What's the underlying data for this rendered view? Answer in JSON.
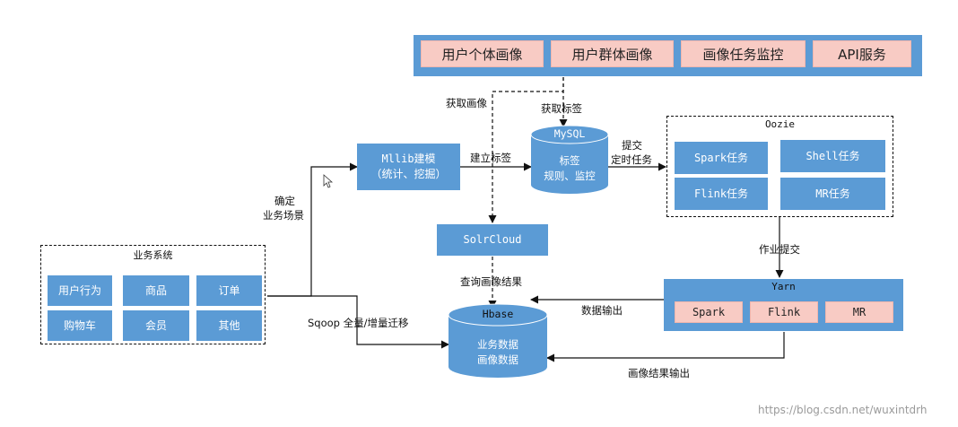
{
  "top_services": [
    "用户个体画像",
    "用户群体画像",
    "画像任务监控",
    "API服务"
  ],
  "business": {
    "title": "业务系统",
    "items": [
      "用户行为",
      "商品",
      "订单",
      "购物车",
      "会员",
      "其他"
    ]
  },
  "mllib": {
    "line1": "Mllib建模",
    "line2": "（统计、挖掘）"
  },
  "mysql": {
    "name": "MySQL",
    "line1": "标签",
    "line2": "规则、监控"
  },
  "solr": "SolrCloud",
  "hbase": {
    "name": "Hbase",
    "line1": "业务数据",
    "line2": "画像数据"
  },
  "oozie": {
    "title": "Oozie",
    "tasks": [
      "Spark任务",
      "Shell任务",
      "Flink任务",
      "MR任务"
    ]
  },
  "yarn": {
    "title": "Yarn",
    "items": [
      "Spark",
      "Flink",
      "MR"
    ]
  },
  "labels": {
    "get_profile": "获取画像",
    "get_tag": "获取标签",
    "build_tag": "建立标签",
    "submit_1": "提交",
    "submit_2": "定时任务",
    "confirm_1": "确定",
    "confirm_2": "业务场景",
    "query_result": "查询画像结果",
    "data_output": "数据输出",
    "job_submit": "作业提交",
    "sqoop": "Sqoop 全量/增量迁移",
    "result_output": "画像结果输出"
  },
  "watermark": "https://blog.csdn.net/wuxintdrh"
}
